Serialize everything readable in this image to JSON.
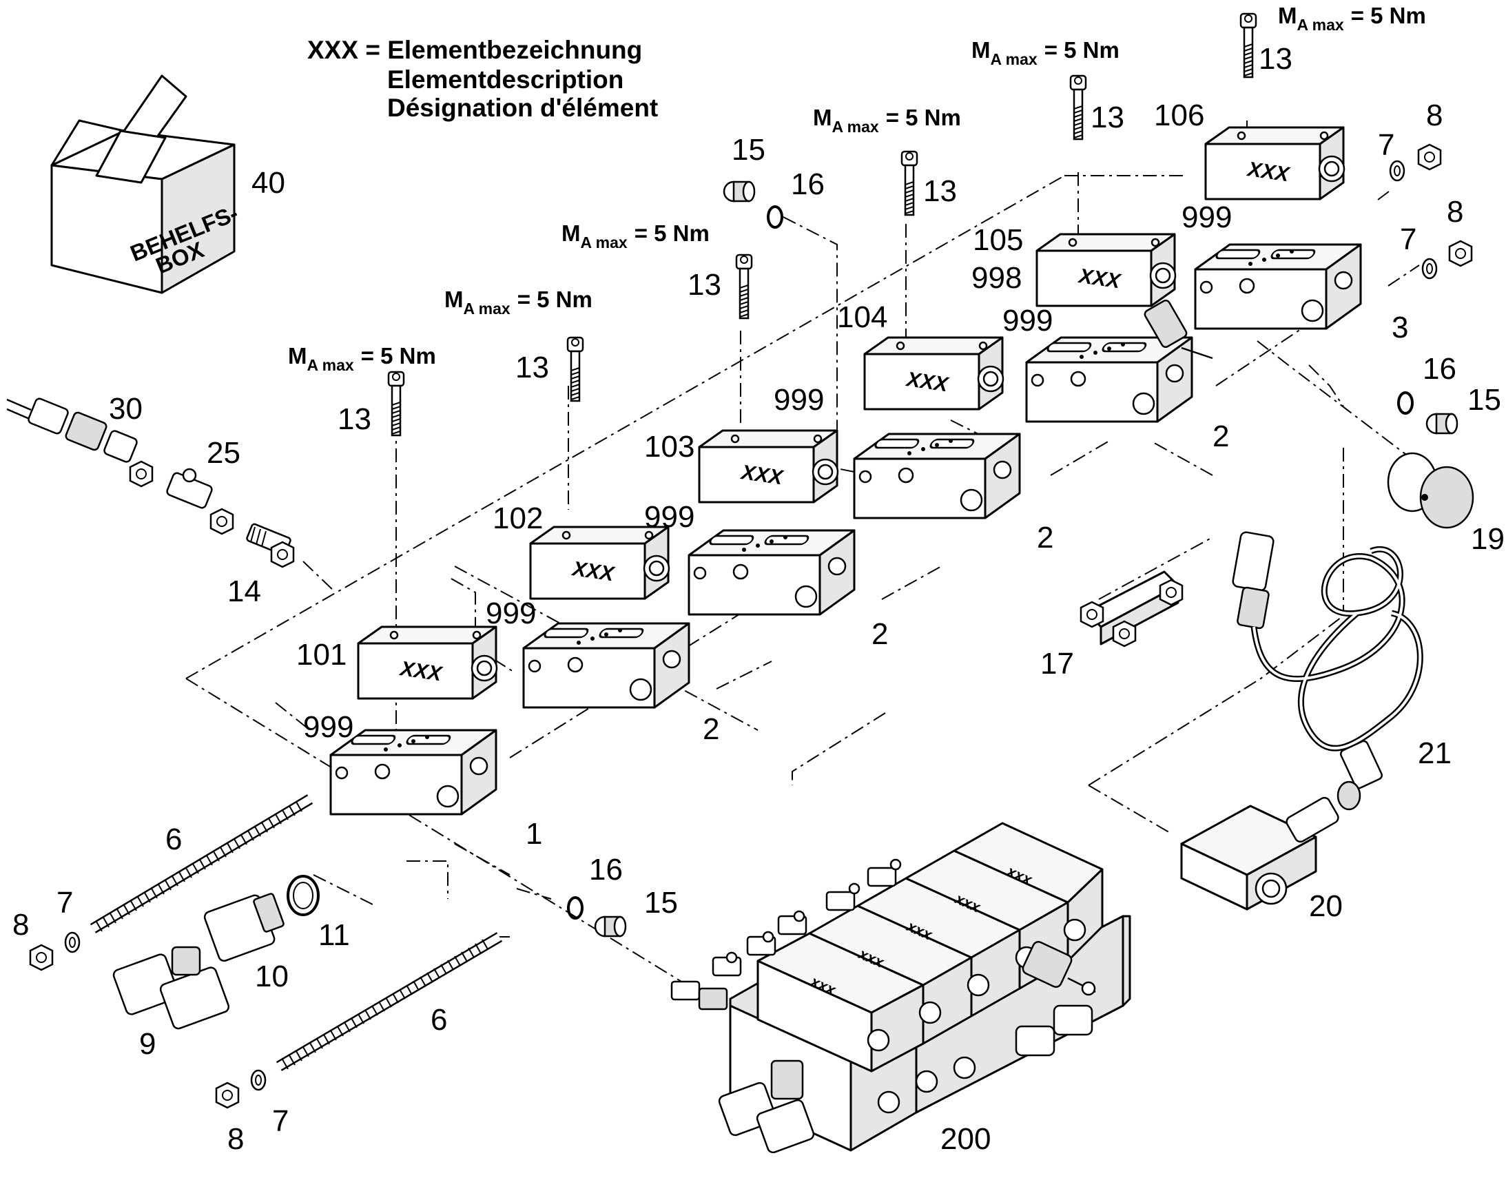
{
  "legend": {
    "line1": "XXX = Elementbezeichnung",
    "line2": "Elementdescription",
    "line3": "Désignation d'élément"
  },
  "box_text": {
    "line1": "BEHELFS-",
    "line2": "BOX"
  },
  "element_mark": "XXX",
  "element_mark_small": "xxx",
  "torque": {
    "prefix": "M",
    "sub": "A max",
    "suffix": "= 5 Nm"
  },
  "labels": {
    "l40": "40",
    "l30": "30",
    "l25": "25",
    "l14": "14",
    "l101": "101",
    "l102": "102",
    "l103": "103",
    "l104": "104",
    "l105": "105",
    "l106": "106",
    "l999a": "999",
    "l999b": "999",
    "l999c": "999",
    "l999d": "999",
    "l999e": "999",
    "l999f": "999",
    "l998": "998",
    "l13a": "13",
    "l13b": "13",
    "l13c": "13",
    "l13d": "13",
    "l13e": "13",
    "l13f": "13",
    "l15a": "15",
    "l16a": "16",
    "l15b": "15",
    "l16b": "16",
    "l15c": "15",
    "l16c": "16",
    "l2a": "2",
    "l2b": "2",
    "l2c": "2",
    "l2d": "2",
    "l1": "1",
    "l3": "3",
    "l7a": "7",
    "l8a": "8",
    "l7b": "7",
    "l8b": "8",
    "l7c": "7",
    "l8c": "8",
    "l7d": "7",
    "l8d": "8",
    "l6a": "6",
    "l6b": "6",
    "l9": "9",
    "l10": "10",
    "l11": "11",
    "l17": "17",
    "l19": "19",
    "l20": "20",
    "l21": "21",
    "l200": "200"
  }
}
